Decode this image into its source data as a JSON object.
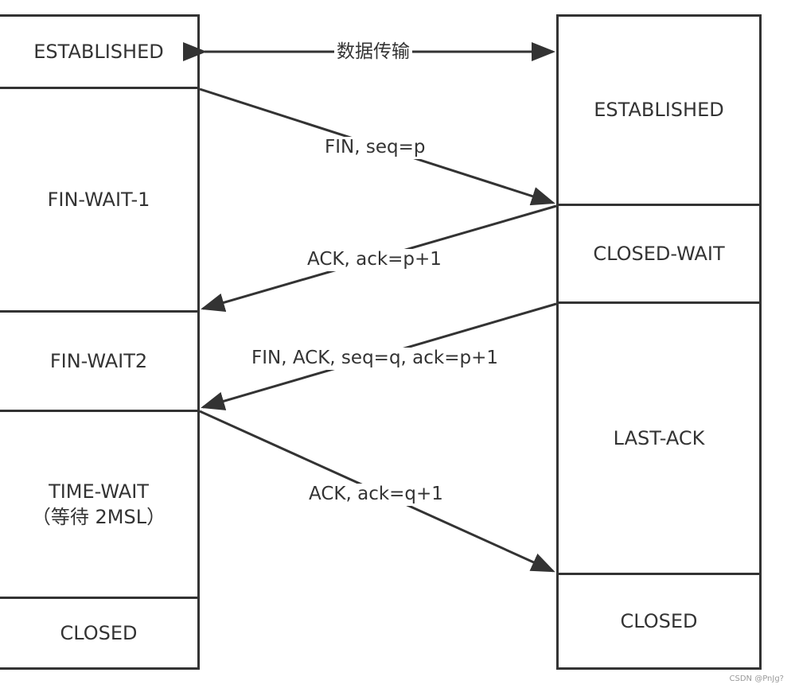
{
  "client": {
    "states": [
      "ESTABLISHED",
      "FIN-WAIT-1",
      "FIN-WAIT2",
      "TIME-WAIT\n（等待 2MSL）",
      "CLOSED"
    ]
  },
  "server": {
    "states": [
      "ESTABLISHED",
      "CLOSED-WAIT",
      "LAST-ACK",
      "CLOSED"
    ]
  },
  "messages": {
    "data_transfer": "数据传输",
    "fin1": "FIN, seq=p",
    "ack1": "ACK, ack=p+1",
    "fin2": "FIN, ACK, seq=q, ack=p+1",
    "ack2": "ACK, ack=q+1"
  },
  "watermark": "CSDN @PnJg?",
  "colors": {
    "line": "#333333",
    "text": "#333333",
    "background": "#ffffff"
  }
}
